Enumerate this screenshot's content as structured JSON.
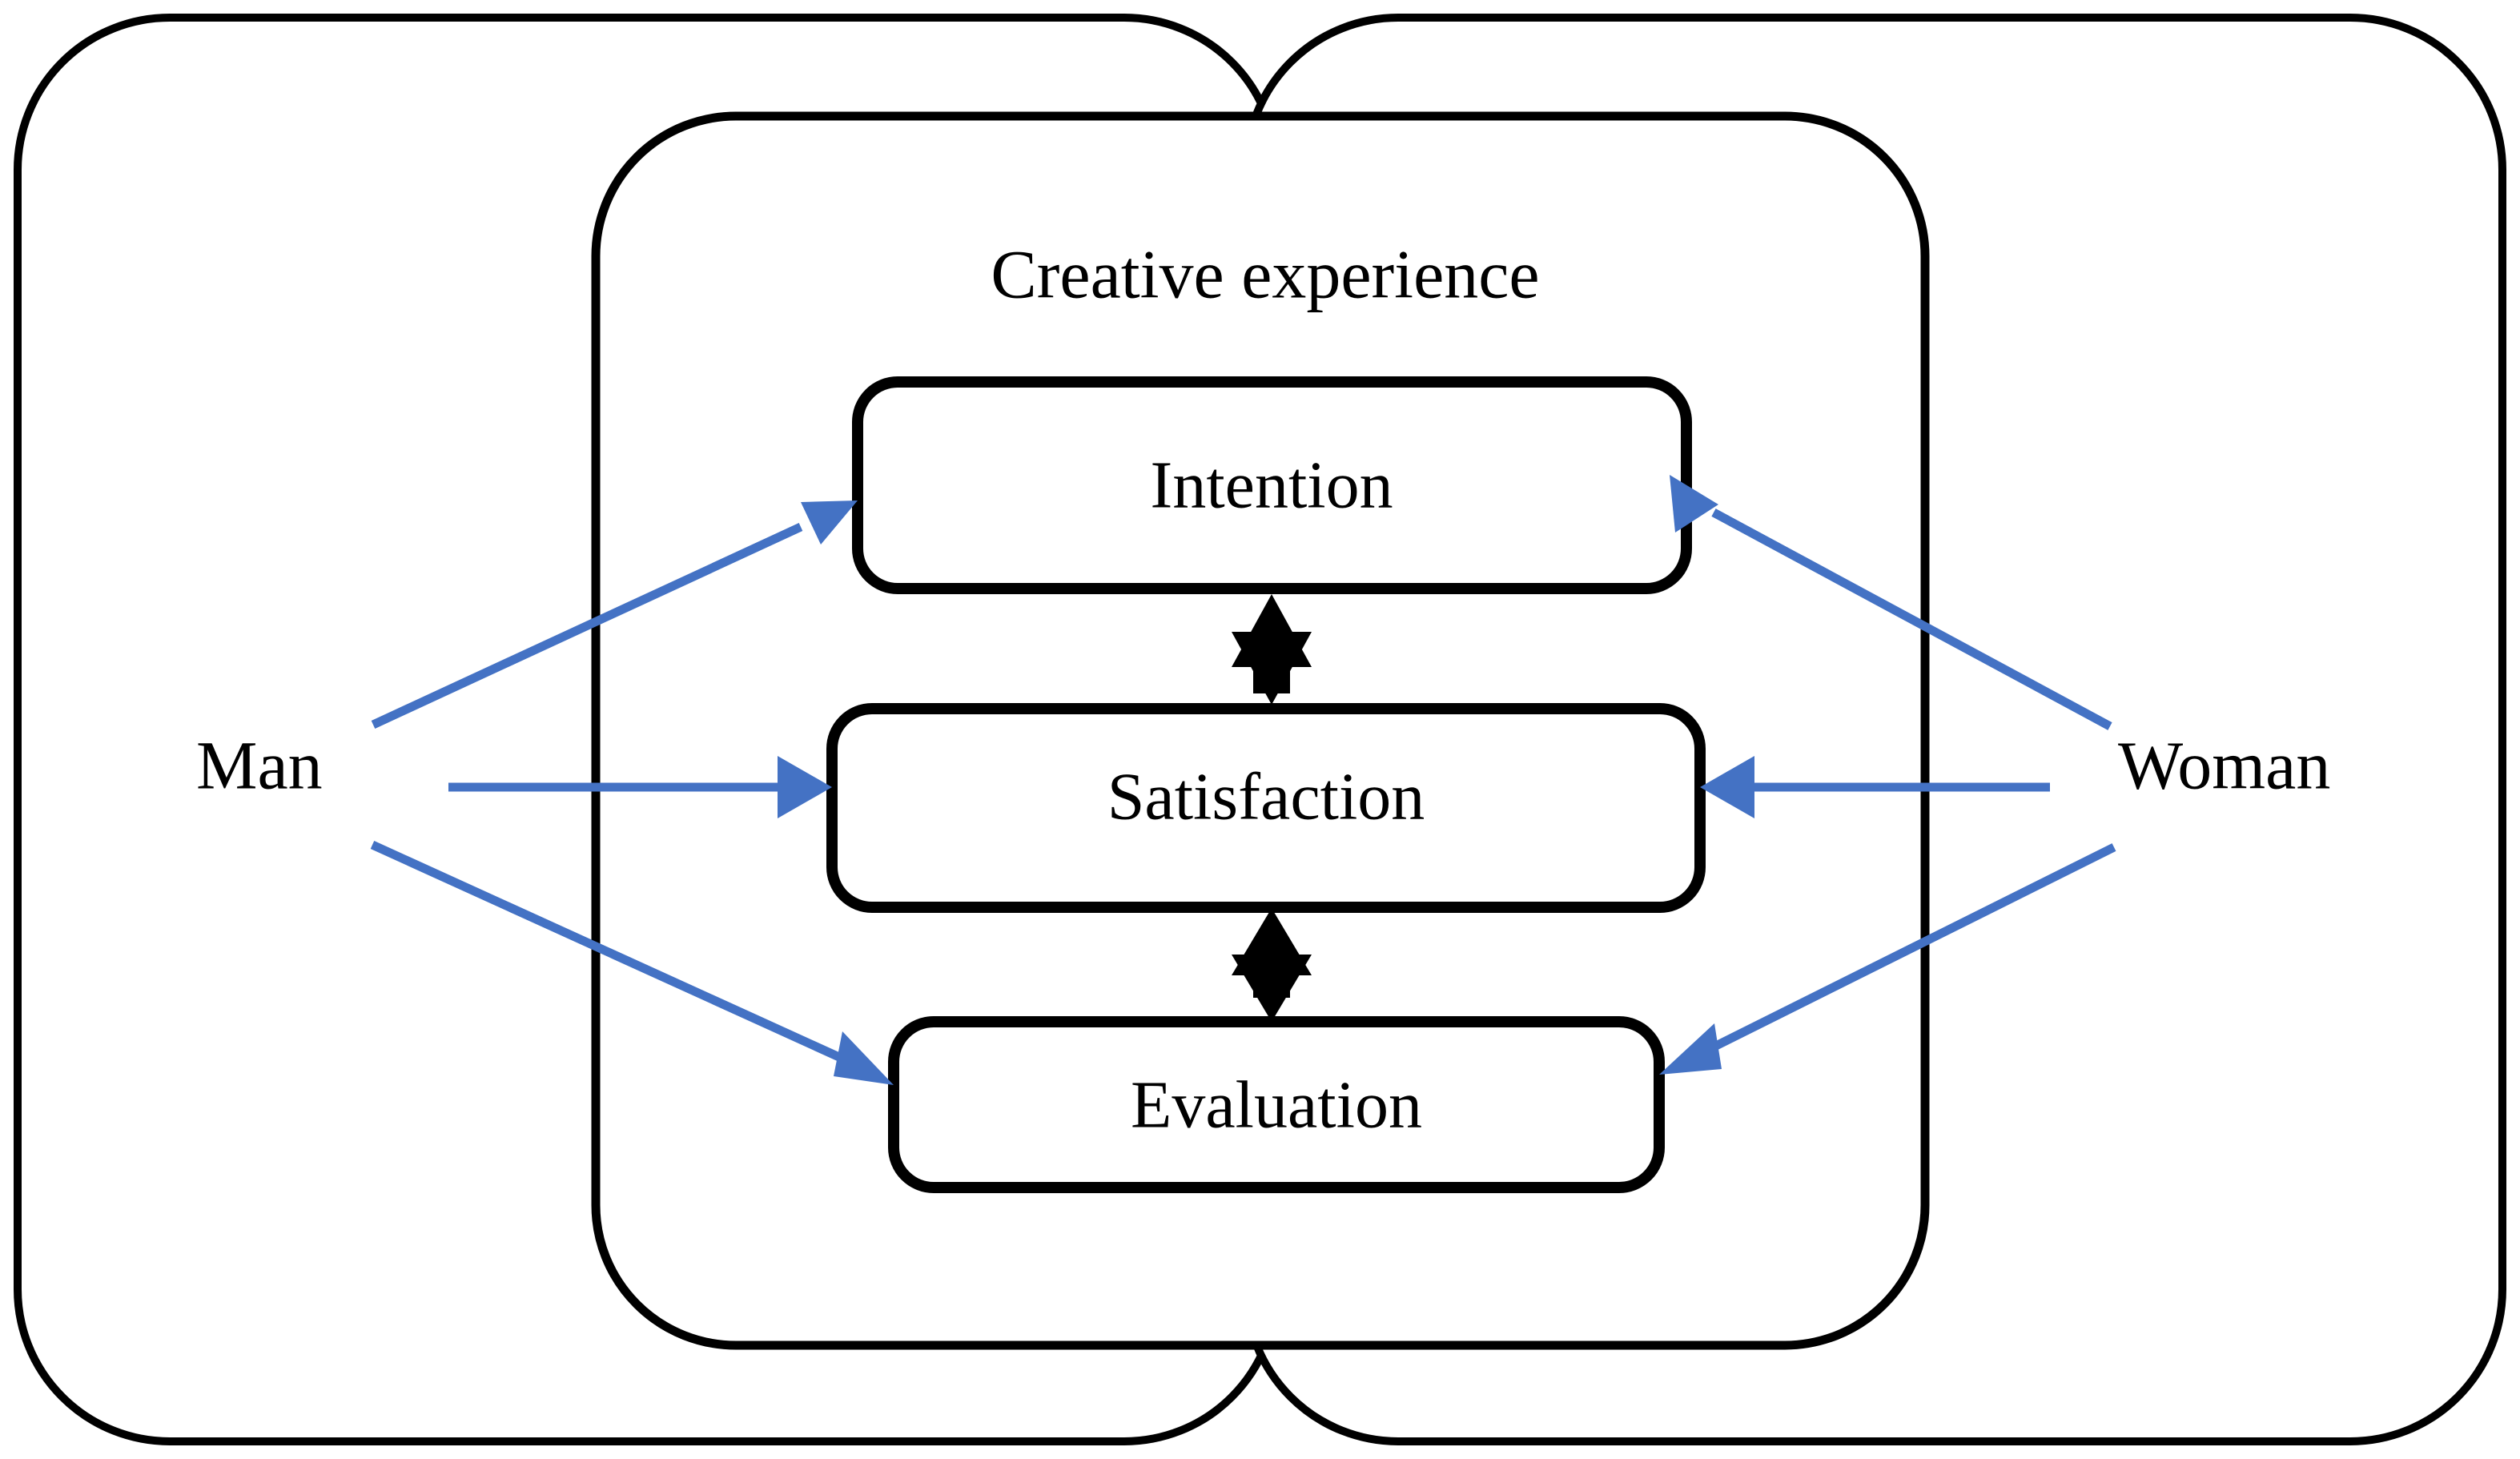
{
  "diagram": {
    "title": "Creative experience",
    "regions": [
      {
        "id": "man",
        "label": "Man",
        "side": "left"
      },
      {
        "id": "woman",
        "label": "Woman",
        "side": "right"
      }
    ],
    "overlap_region": {
      "id": "creative-experience",
      "label": "Creative experience"
    },
    "nodes": [
      {
        "id": "intention",
        "label": "Intention"
      },
      {
        "id": "satisfaction",
        "label": "Satisfaction"
      },
      {
        "id": "evaluation",
        "label": "Evaluation"
      }
    ],
    "connections": [
      {
        "id": "man-to-intention",
        "from": "Man",
        "to": "Intention",
        "style": "blue-arrow",
        "direction": "one-way"
      },
      {
        "id": "man-to-satisfaction",
        "from": "Man",
        "to": "Satisfaction",
        "style": "blue-arrow",
        "direction": "one-way"
      },
      {
        "id": "man-to-evaluation",
        "from": "Man",
        "to": "Evaluation",
        "style": "blue-arrow",
        "direction": "one-way"
      },
      {
        "id": "woman-to-intention",
        "from": "Woman",
        "to": "Intention",
        "style": "blue-arrow",
        "direction": "one-way"
      },
      {
        "id": "woman-to-satisfaction",
        "from": "Woman",
        "to": "Satisfaction",
        "style": "blue-arrow",
        "direction": "one-way"
      },
      {
        "id": "woman-to-evaluation",
        "from": "Woman",
        "to": "Evaluation",
        "style": "blue-arrow",
        "direction": "one-way"
      },
      {
        "id": "intention-satisfaction",
        "from": "Intention",
        "to": "Satisfaction",
        "style": "black-arrow",
        "direction": "two-way"
      },
      {
        "id": "satisfaction-evaluation",
        "from": "Satisfaction",
        "to": "Evaluation",
        "style": "black-arrow",
        "direction": "two-way"
      }
    ],
    "colors": {
      "arrow_blue": "#4472C4",
      "outline_black": "#000000",
      "background": "#FFFFFF"
    }
  }
}
